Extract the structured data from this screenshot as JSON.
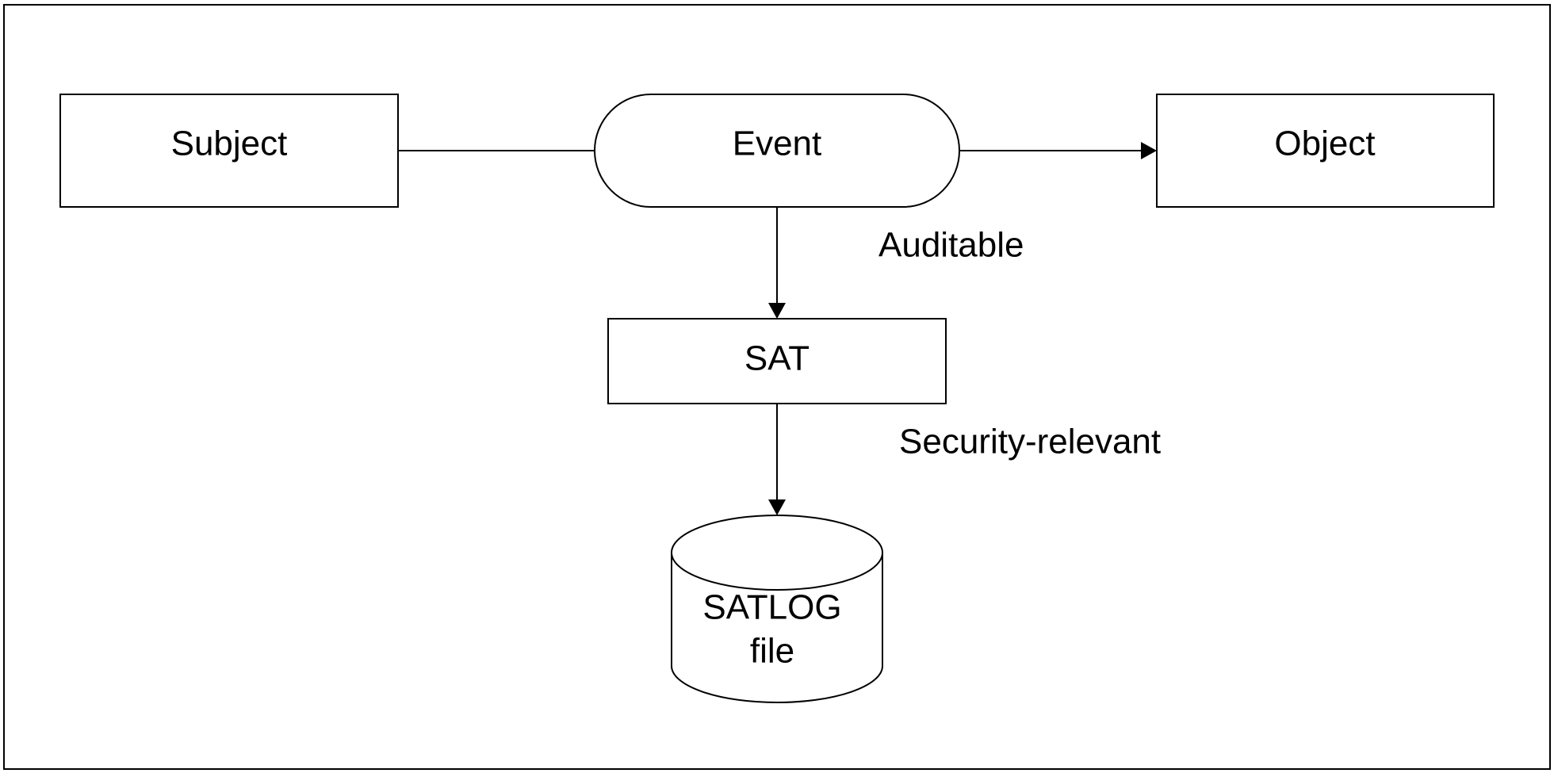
{
  "nodes": {
    "subject": "Subject",
    "event": "Event",
    "object": "Object",
    "sat": "SAT",
    "satlog_line1": "SATLOG",
    "satlog_line2": "file"
  },
  "edge_labels": {
    "auditable": "Auditable",
    "security_relevant": "Security-relevant"
  },
  "colors": {
    "stroke": "#000000",
    "fill": "#ffffff"
  }
}
